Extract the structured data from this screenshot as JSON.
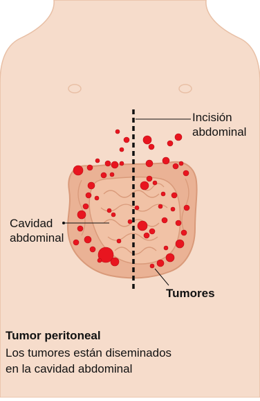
{
  "colors": {
    "skin": "#f6dccb",
    "skin_outline": "#e8bfa5",
    "intestine_fill": "#f1c2a6",
    "intestine_outline": "#d99a7a",
    "colon_fill": "#eab295",
    "tumor": "#e8151f",
    "tumor_dark": "#b80d14",
    "incision": "#111111",
    "text": "#111111"
  },
  "labels": {
    "incision_line1": "Incisión",
    "incision_line2": "abdominal",
    "cavity_line1": "Cavidad",
    "cavity_line2": "abdominal",
    "tumors": "Tumores"
  },
  "caption": {
    "title": "Tumor peritoneal",
    "line1": "Los tumores están diseminados",
    "line2": "en la cavidad abdominal"
  }
}
